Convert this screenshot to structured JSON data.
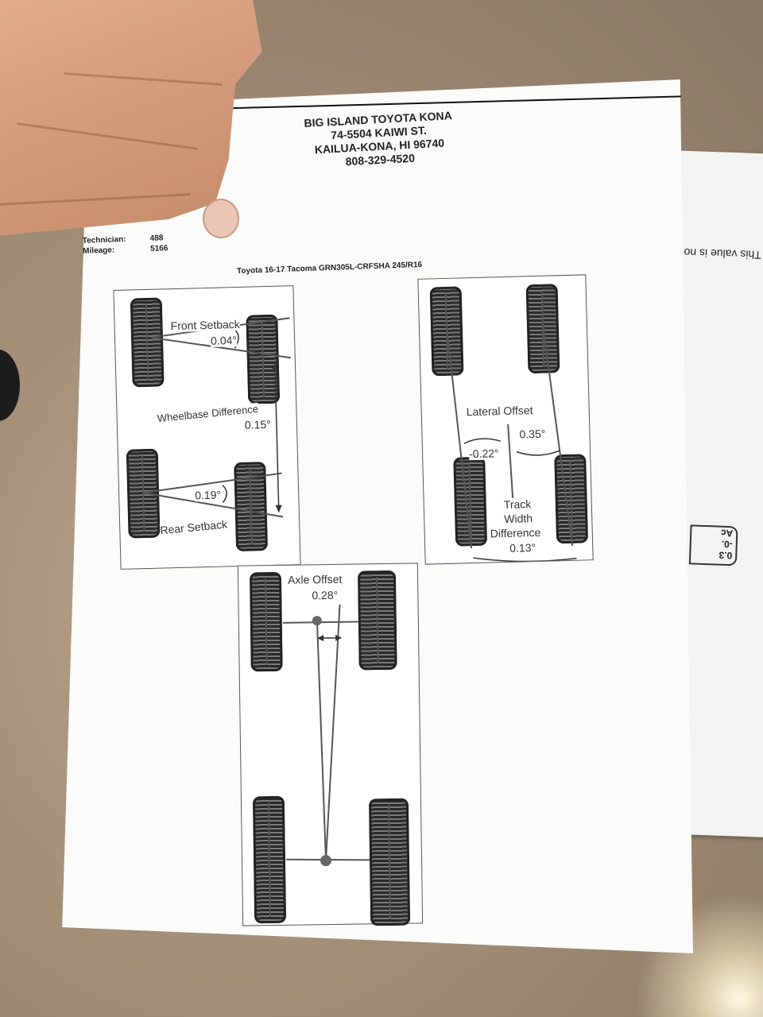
{
  "dealer": {
    "name": "BIG ISLAND TOYOTA KONA",
    "street": "74-5504 KAIWI ST.",
    "city": "KAILUA-KONA, HI 96740",
    "phone": "808-329-4520"
  },
  "meta": {
    "technician_label": "Technician:",
    "technician_value": "488",
    "mileage_label": "Mileage:",
    "mileage_value": "5166"
  },
  "vehicle": "Toyota 16-17 Tacoma GRN305L-CRFSHA 245/R16",
  "setback_panel": {
    "front_setback_label": "Front Setback",
    "front_setback_value": "0.04°",
    "wheelbase_label": "Wheelbase Difference",
    "wheelbase_value": "0.15°",
    "rear_setback_label": "Rear Setback",
    "rear_setback_value": "0.19°"
  },
  "offset_panel": {
    "lateral_offset_label": "Lateral Offset",
    "lateral_left_value": "-0.22°",
    "lateral_right_value": "0.35°",
    "track_label_1": "Track",
    "track_label_2": "Width",
    "track_label_3": "Difference",
    "track_value": "0.13°"
  },
  "axle_panel": {
    "axle_offset_label": "Axle Offset",
    "axle_offset_value": "0.28°"
  },
  "back_sheet": {
    "snippet": "* This value is no",
    "box_line1": "0.3",
    "box_line2": "-0.",
    "box_line3": "Ac"
  }
}
